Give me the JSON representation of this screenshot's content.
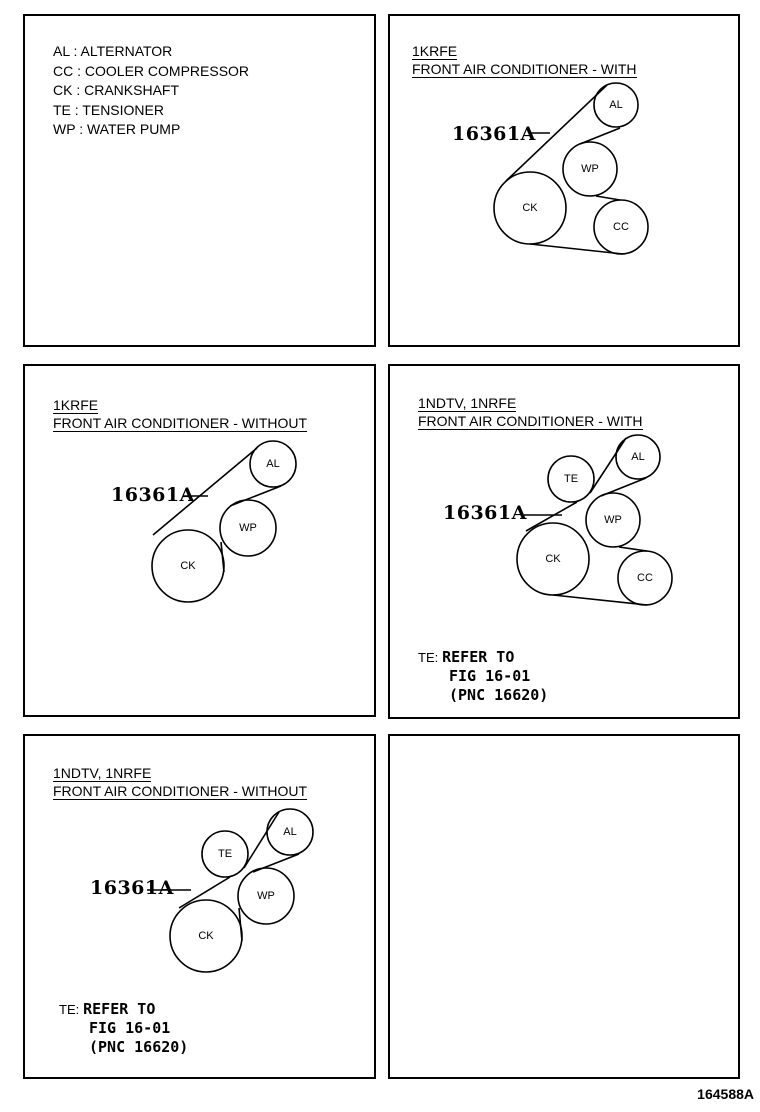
{
  "legend": {
    "items": [
      {
        "code": "AL",
        "name": "ALTERNATOR",
        "text": "AL : ALTERNATOR"
      },
      {
        "code": "CC",
        "name": "COOLER COMPRESSOR",
        "text": "CC : COOLER COMPRESSOR"
      },
      {
        "code": "CK",
        "name": "CRANKSHAFT",
        "text": "CK : CRANKSHAFT"
      },
      {
        "code": "TE",
        "name": "TENSIONER",
        "text": "TE : TENSIONER"
      },
      {
        "code": "WP",
        "name": "WATER PUMP",
        "text": "WP : WATER PUMP"
      }
    ]
  },
  "panels": [
    {
      "engine": "1KRFE",
      "config": "FRONT AIR CONDITIONER - WITH",
      "part_number": "16361A",
      "pulleys": [
        "AL",
        "WP",
        "CK",
        "CC"
      ]
    },
    {
      "engine": "1KRFE",
      "config": "FRONT AIR CONDITIONER - WITHOUT",
      "part_number": "16361A",
      "pulleys": [
        "AL",
        "WP",
        "CK"
      ]
    },
    {
      "engine": "1NDTV, 1NRFE",
      "config": "FRONT AIR CONDITIONER - WITH",
      "part_number": "16361A",
      "pulleys": [
        "TE",
        "AL",
        "WP",
        "CK",
        "CC"
      ],
      "note": {
        "tag": "TE:",
        "line1": "REFER TO",
        "line2": "FIG 16-01",
        "line3": "(PNC 16620)"
      }
    },
    {
      "engine": "1NDTV, 1NRFE",
      "config": "FRONT AIR CONDITIONER - WITHOUT",
      "part_number": "16361A",
      "pulleys": [
        "TE",
        "AL",
        "WP",
        "CK"
      ],
      "note": {
        "tag": "TE:",
        "line1": "REFER TO",
        "line2": "FIG 16-01",
        "line3": "(PNC 16620)"
      }
    }
  ],
  "figure_id": "164588A"
}
